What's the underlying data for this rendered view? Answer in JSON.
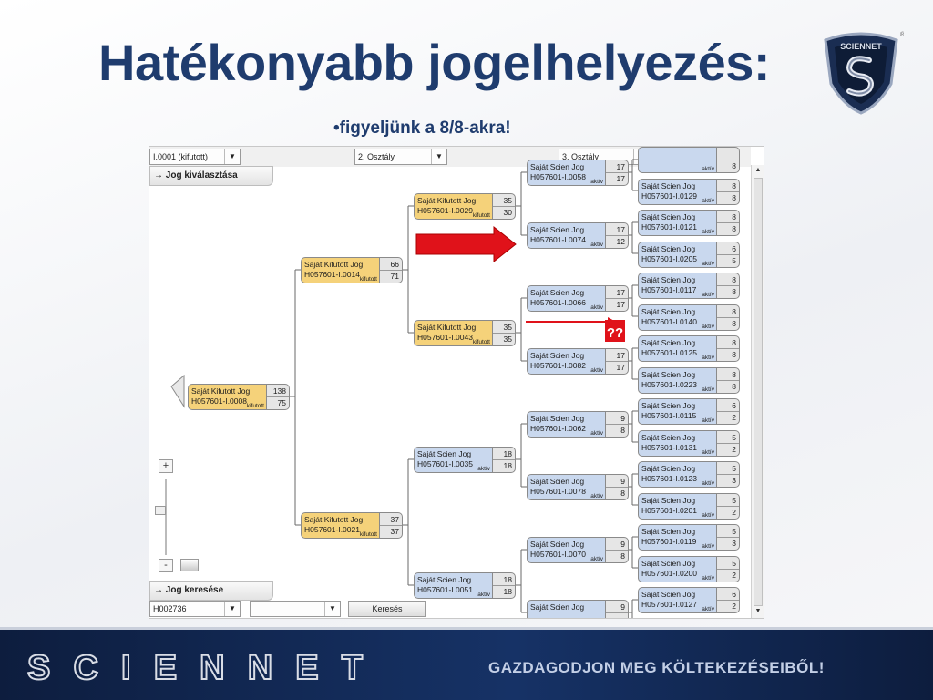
{
  "slide": {
    "title": "Hatékonyabb jogelhelyezés:",
    "subtitle": "•figyeljünk a 8/8-akra!",
    "logo_text": "SCIENNET",
    "brand_word": "SCIENNET",
    "slogan": "GAZDAGODJON MEG KÖLTEKEZÉSEIBŐL!"
  },
  "colors": {
    "title": "#1f3c6e",
    "footer": "#163266",
    "node_yellow": "#f5d27a",
    "node_blue": "#c9d8ee",
    "arrow_red": "#e0121a"
  },
  "app": {
    "dropdown1": "I.0001 (kifutott)",
    "dropdown2": "2. Osztály",
    "dropdown3": "3. Osztály",
    "panel_select": "→ Jog kiválasztása",
    "panel_search": "→ Jog keresése",
    "search_value": "H002736",
    "search_second": "",
    "search_button": "Keresés",
    "zoom_in": "+",
    "zoom_out": "-",
    "question_marks": "??",
    "nodes": {
      "root": {
        "name": "Saját Kifutott Jog",
        "code": "H057601-I.0008",
        "status": "kifutott",
        "v1": "138",
        "v2": "75"
      },
      "l1a": {
        "name": "Saját Kifutott Jog",
        "code": "H057601-I.0014",
        "status": "kifutott",
        "v1": "66",
        "v2": "71"
      },
      "l1b": {
        "name": "Saját Kifutott Jog",
        "code": "H057601-I.0021",
        "status": "kifutott",
        "v1": "37",
        "v2": "37"
      },
      "l2a": {
        "name": "Saját Kifutott Jog",
        "code": "H057601-I.0029",
        "status": "kifutott",
        "v1": "35",
        "v2": "30"
      },
      "l2b": {
        "name": "Saját Kifutott Jog",
        "code": "H057601-I.0043",
        "status": "kifutott",
        "v1": "35",
        "v2": "35"
      },
      "l2c": {
        "name": "Saját Scien Jog",
        "code": "H057601-I.0035",
        "status": "aktív",
        "v1": "18",
        "v2": "18"
      },
      "l2d": {
        "name": "Saját Scien Jog",
        "code": "H057601-I.0051",
        "status": "aktív",
        "v1": "18",
        "v2": "18"
      },
      "l3a": {
        "name": "Saját Scien Jog",
        "code": "H057601-I.0058",
        "status": "aktív",
        "v1": "17",
        "v2": "17"
      },
      "l3b": {
        "name": "Saját Scien Jog",
        "code": "H057601-I.0074",
        "status": "aktív",
        "v1": "17",
        "v2": "12"
      },
      "l3c": {
        "name": "Saját Scien Jog",
        "code": "H057601-I.0066",
        "status": "aktív",
        "v1": "17",
        "v2": "17"
      },
      "l3d": {
        "name": "Saját Scien Jog",
        "code": "H057601-I.0082",
        "status": "aktív",
        "v1": "17",
        "v2": "17"
      },
      "l3e": {
        "name": "Saját Scien Jog",
        "code": "H057601-I.0062",
        "status": "aktív",
        "v1": "9",
        "v2": "8"
      },
      "l3f": {
        "name": "Saját Scien Jog",
        "code": "H057601-I.0078",
        "status": "aktív",
        "v1": "9",
        "v2": "8"
      },
      "l3g": {
        "name": "Saját Scien Jog",
        "code": "H057601-I.0070",
        "status": "aktív",
        "v1": "9",
        "v2": "8"
      },
      "l3h": {
        "name": "Saját Scien Jog",
        "code": "",
        "status": "",
        "v1": "9",
        "v2": ""
      },
      "l4_0": {
        "name": "",
        "code": "",
        "status": "aktív",
        "v1": "",
        "v2": "8"
      },
      "l4_1": {
        "name": "Saját Scien Jog",
        "code": "H057601-I.0129",
        "status": "aktív",
        "v1": "8",
        "v2": "8"
      },
      "l4_2": {
        "name": "Saját Scien Jog",
        "code": "H057601-I.0121",
        "status": "aktív",
        "v1": "8",
        "v2": "8"
      },
      "l4_3": {
        "name": "Saját Scien Jog",
        "code": "H057601-I.0205",
        "status": "aktív",
        "v1": "6",
        "v2": "5"
      },
      "l4_4": {
        "name": "Saját Scien Jog",
        "code": "H057601-I.0117",
        "status": "aktív",
        "v1": "8",
        "v2": "8"
      },
      "l4_5": {
        "name": "Saját Scien Jog",
        "code": "H057601-I.0140",
        "status": "aktív",
        "v1": "8",
        "v2": "8"
      },
      "l4_6": {
        "name": "Saját Scien Jog",
        "code": "H057601-I.0125",
        "status": "aktív",
        "v1": "8",
        "v2": "8"
      },
      "l4_7": {
        "name": "Saját Scien Jog",
        "code": "H057601-I.0223",
        "status": "aktív",
        "v1": "8",
        "v2": "8"
      },
      "l4_8": {
        "name": "Saját Scien Jog",
        "code": "H057601-I.0115",
        "status": "aktív",
        "v1": "6",
        "v2": "2"
      },
      "l4_9": {
        "name": "Saját Scien Jog",
        "code": "H057601-I.0131",
        "status": "aktív",
        "v1": "5",
        "v2": "2"
      },
      "l4_10": {
        "name": "Saját Scien Jog",
        "code": "H057601-I.0123",
        "status": "aktív",
        "v1": "5",
        "v2": "3"
      },
      "l4_11": {
        "name": "Saját Scien Jog",
        "code": "H057601-I.0201",
        "status": "aktív",
        "v1": "5",
        "v2": "2"
      },
      "l4_12": {
        "name": "Saját Scien Jog",
        "code": "H057601-I.0119",
        "status": "aktív",
        "v1": "5",
        "v2": "3"
      },
      "l4_13": {
        "name": "Saját Scien Jog",
        "code": "H057601-I.0200",
        "status": "aktív",
        "v1": "5",
        "v2": "2"
      },
      "l4_14": {
        "name": "Saját Scien Jog",
        "code": "H057601-I.0127",
        "status": "aktív",
        "v1": "6",
        "v2": "2"
      }
    }
  }
}
